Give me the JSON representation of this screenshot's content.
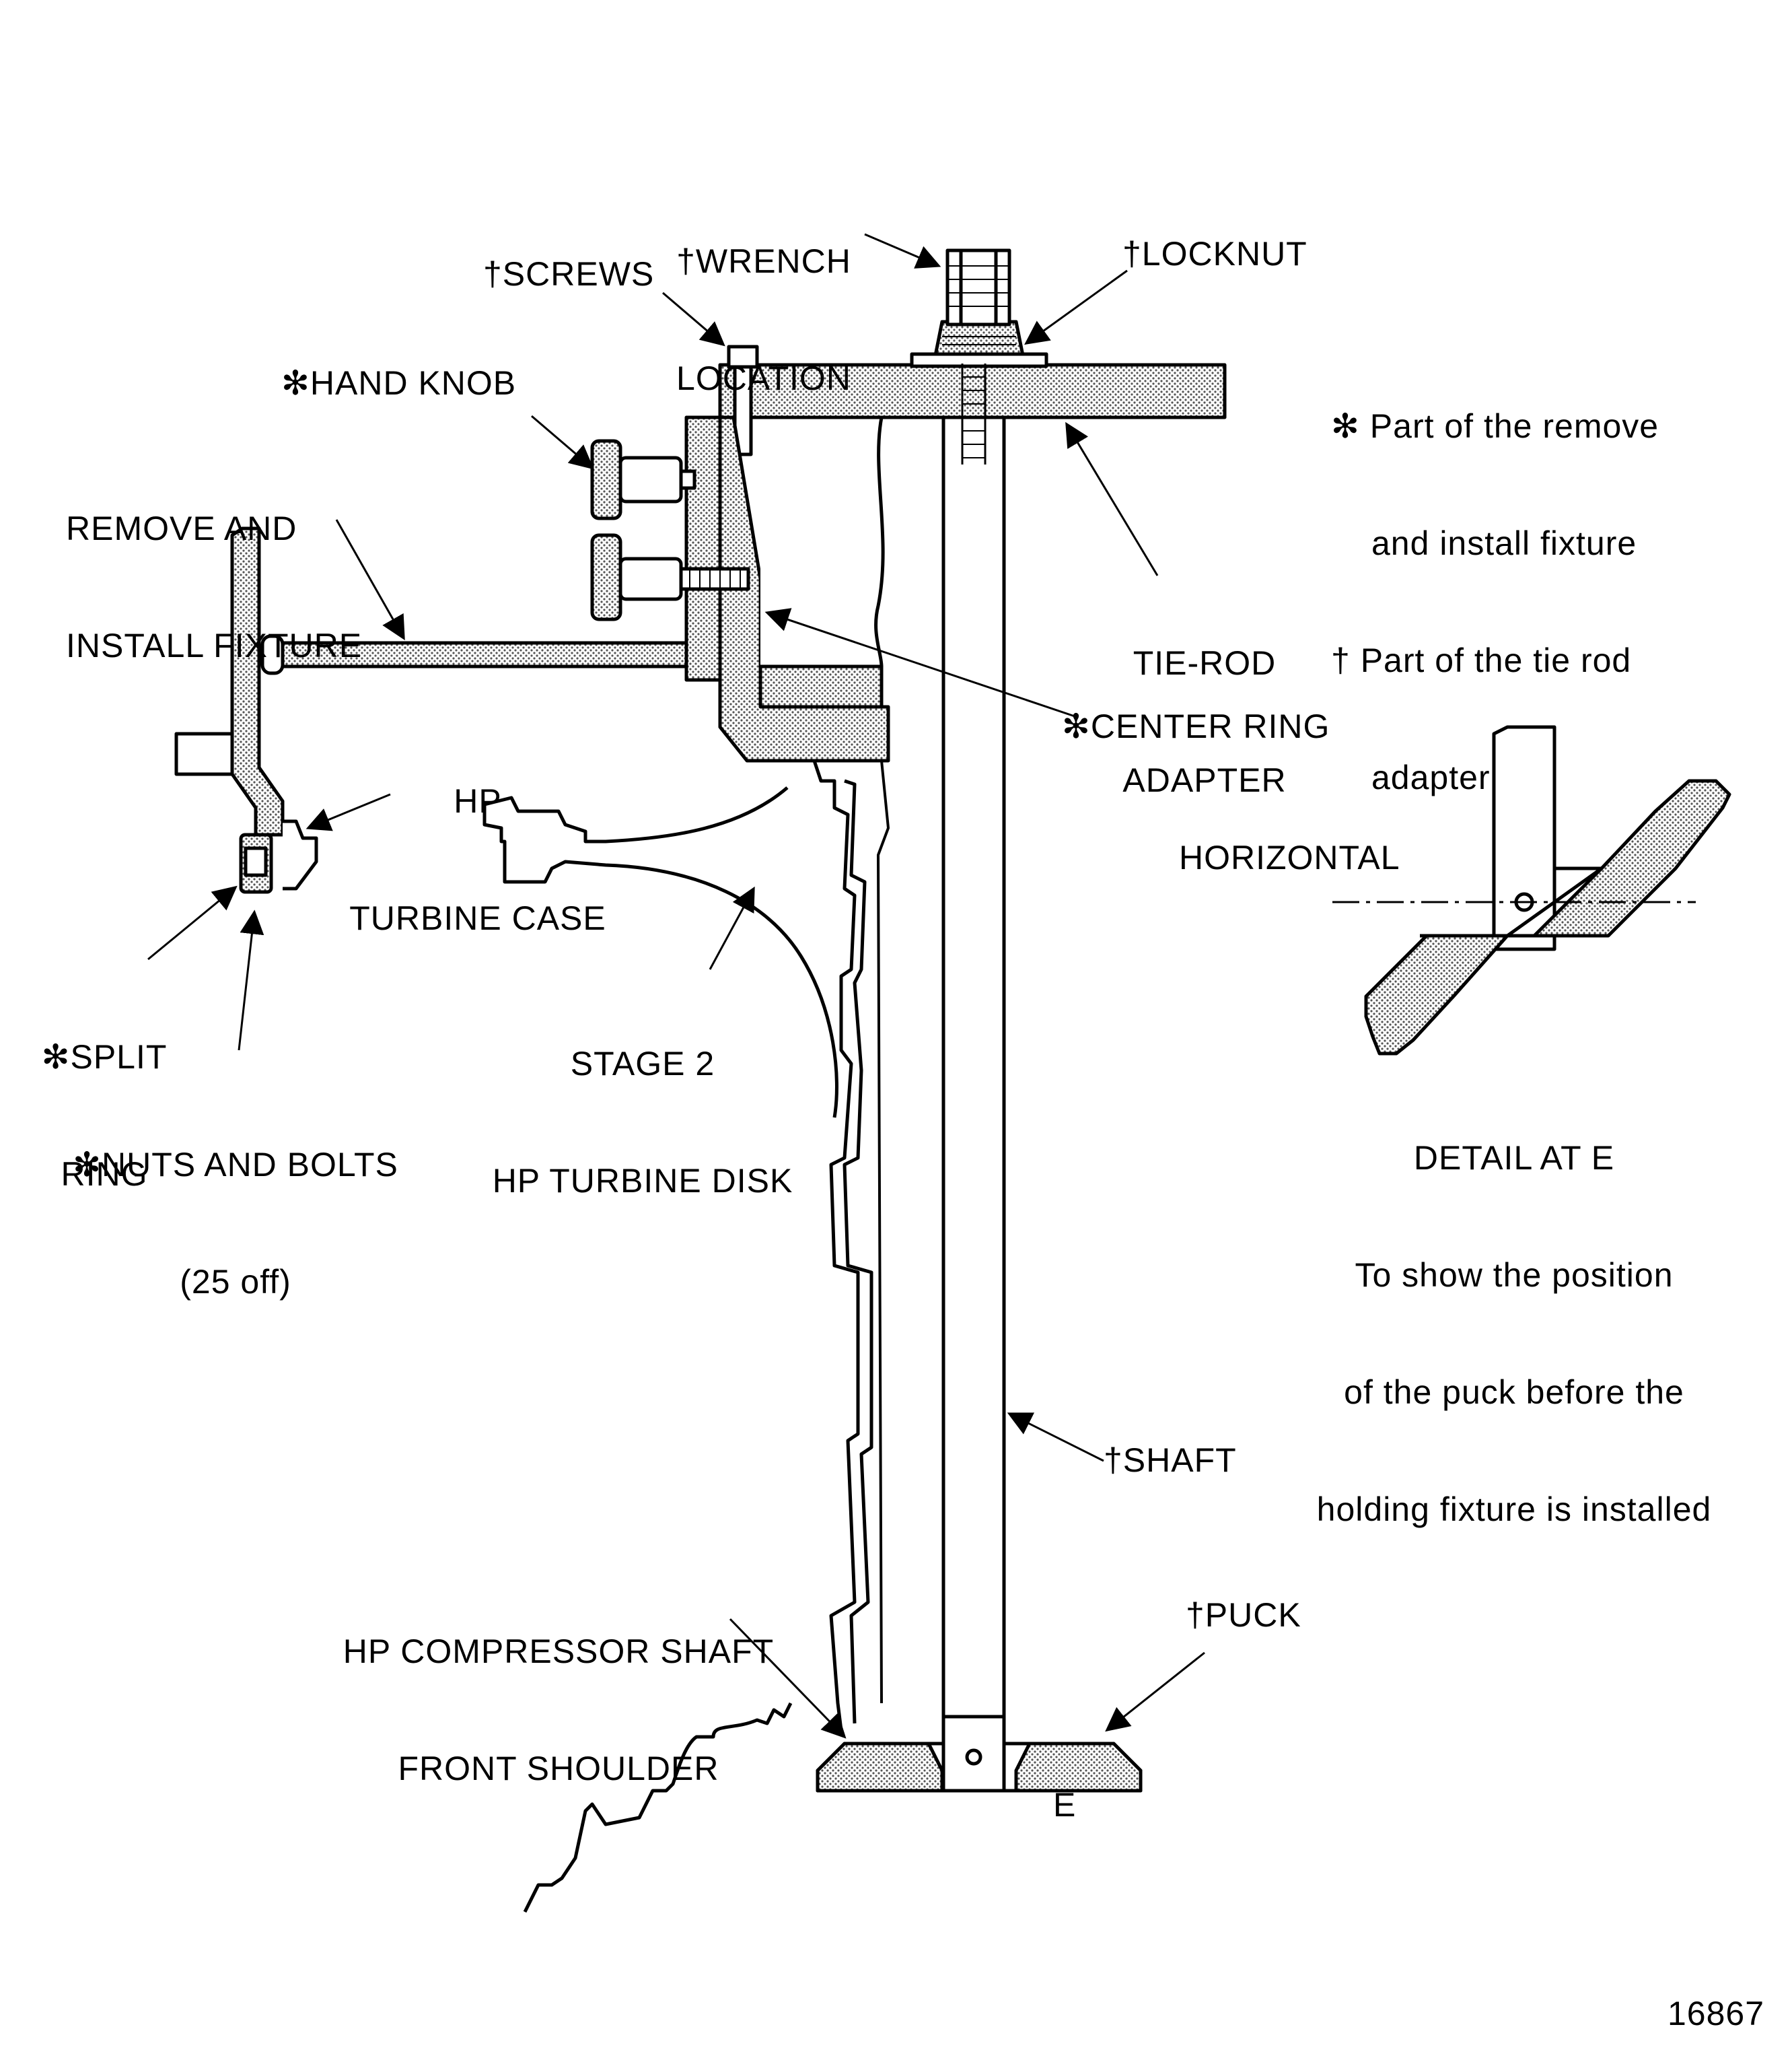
{
  "labels": {
    "wrench_location": [
      "†WRENCH",
      "LOCATION"
    ],
    "screws": "†SCREWS",
    "locknut": "†LOCKNUT",
    "hand_knob": "✻HAND KNOB",
    "remove_install_fixture": [
      "REMOVE AND",
      "INSTALL FIXTURE"
    ],
    "tie_rod_adapter": [
      "TIE-ROD",
      "ADAPTER"
    ],
    "center_ring": "✻CENTER RING",
    "hp_turbine_case": [
      "HP",
      "TURBINE CASE"
    ],
    "split_ring": [
      "✻SPLIT",
      "RING"
    ],
    "nuts_and_bolts": [
      "✻NUTS AND BOLTS",
      "(25 off)"
    ],
    "stage2_disk": [
      "STAGE 2",
      "HP TURBINE DISK"
    ],
    "shaft": "†SHAFT",
    "hp_compressor_shoulder": [
      "HP COMPRESSOR SHAFT",
      "FRONT SHOULDER"
    ],
    "puck": "†PUCK",
    "e_marker": "E",
    "horizontal": "HORIZONTAL"
  },
  "legend": {
    "line1": "✻ Part of the remove",
    "line2": "and install fixture",
    "line3": "† Part of the tie rod",
    "line4": "adapter"
  },
  "detail": {
    "title": "DETAIL AT E",
    "caption": [
      "To show the position",
      "of the puck before the",
      "holding fixture is installed"
    ]
  },
  "figure_number": "16867",
  "colors": {
    "ink": "#000000",
    "hatch": "#bdbdbd",
    "paper": "#ffffff"
  }
}
